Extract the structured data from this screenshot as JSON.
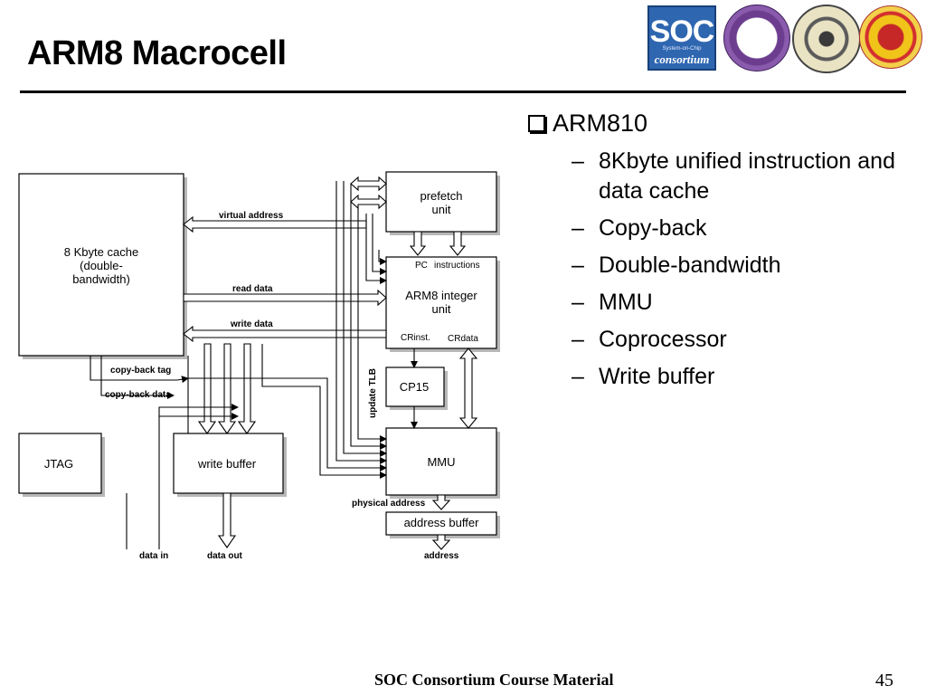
{
  "slide": {
    "title": "ARM8 Macrocell",
    "page_number": "45",
    "footer": "SOC Consortium Course Material"
  },
  "logos": {
    "soc_main": "SOC",
    "soc_tag": "System-on-Chip",
    "soc_sub": "consortium"
  },
  "bullets": {
    "main": "ARM810",
    "items": [
      "8Kbyte unified instruction and data cache",
      "Copy-back",
      "Double-bandwidth",
      "MMU",
      "Coprocessor",
      "Write buffer"
    ]
  },
  "diagram": {
    "cache_lines": [
      "8 Kbyte cache",
      "(double-",
      "bandwidth)"
    ],
    "prefetch_lines": [
      "prefetch",
      "unit"
    ],
    "integer_lines": [
      "ARM8 integer",
      "unit"
    ],
    "pc_label": "PC",
    "instructions_label": "instructions",
    "crinst_label": "CRinst.",
    "crdata_label": "CRdata",
    "cp15_label": "CP15",
    "mmu_label": "MMU",
    "jtag_label": "JTAG",
    "write_buffer_label": "write buffer",
    "address_buffer_label": "address buffer",
    "virtual_address": "virtual address",
    "read_data": "read data",
    "write_data": "write data",
    "copy_back_tag": "copy-back tag",
    "copy_back_data": "copy-back data",
    "physical_address": "physical address",
    "data_in": "data in",
    "data_out": "data out",
    "address": "address",
    "update_tlb": "update TLB"
  }
}
